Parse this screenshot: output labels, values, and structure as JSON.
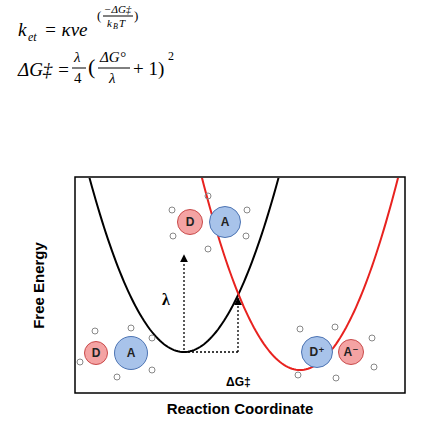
{
  "diagram": {
    "nodes": [
      {
        "text": [
          "D"
        ]
      },
      {
        "text": [
          "A"
        ]
      },
      {
        "text": [
          "D"
        ]
      },
      {
        "text": [
          "A"
        ]
      },
      {
        "text": [
          "D⁺"
        ]
      },
      {
        "text": [
          "A⁻"
        ]
      }
    ],
    "labels": [
      "k",
      "et",
      "= κνe",
      "(",
      "−ΔG‡",
      "k",
      "B",
      "T",
      ")",
      "ΔG‡ =",
      "λ",
      "4",
      "(",
      "ΔG°",
      "λ",
      "+ 1)",
      "2",
      "λ",
      "ΔG‡",
      "Free Energy",
      "Reaction Coordinate"
    ]
  }
}
